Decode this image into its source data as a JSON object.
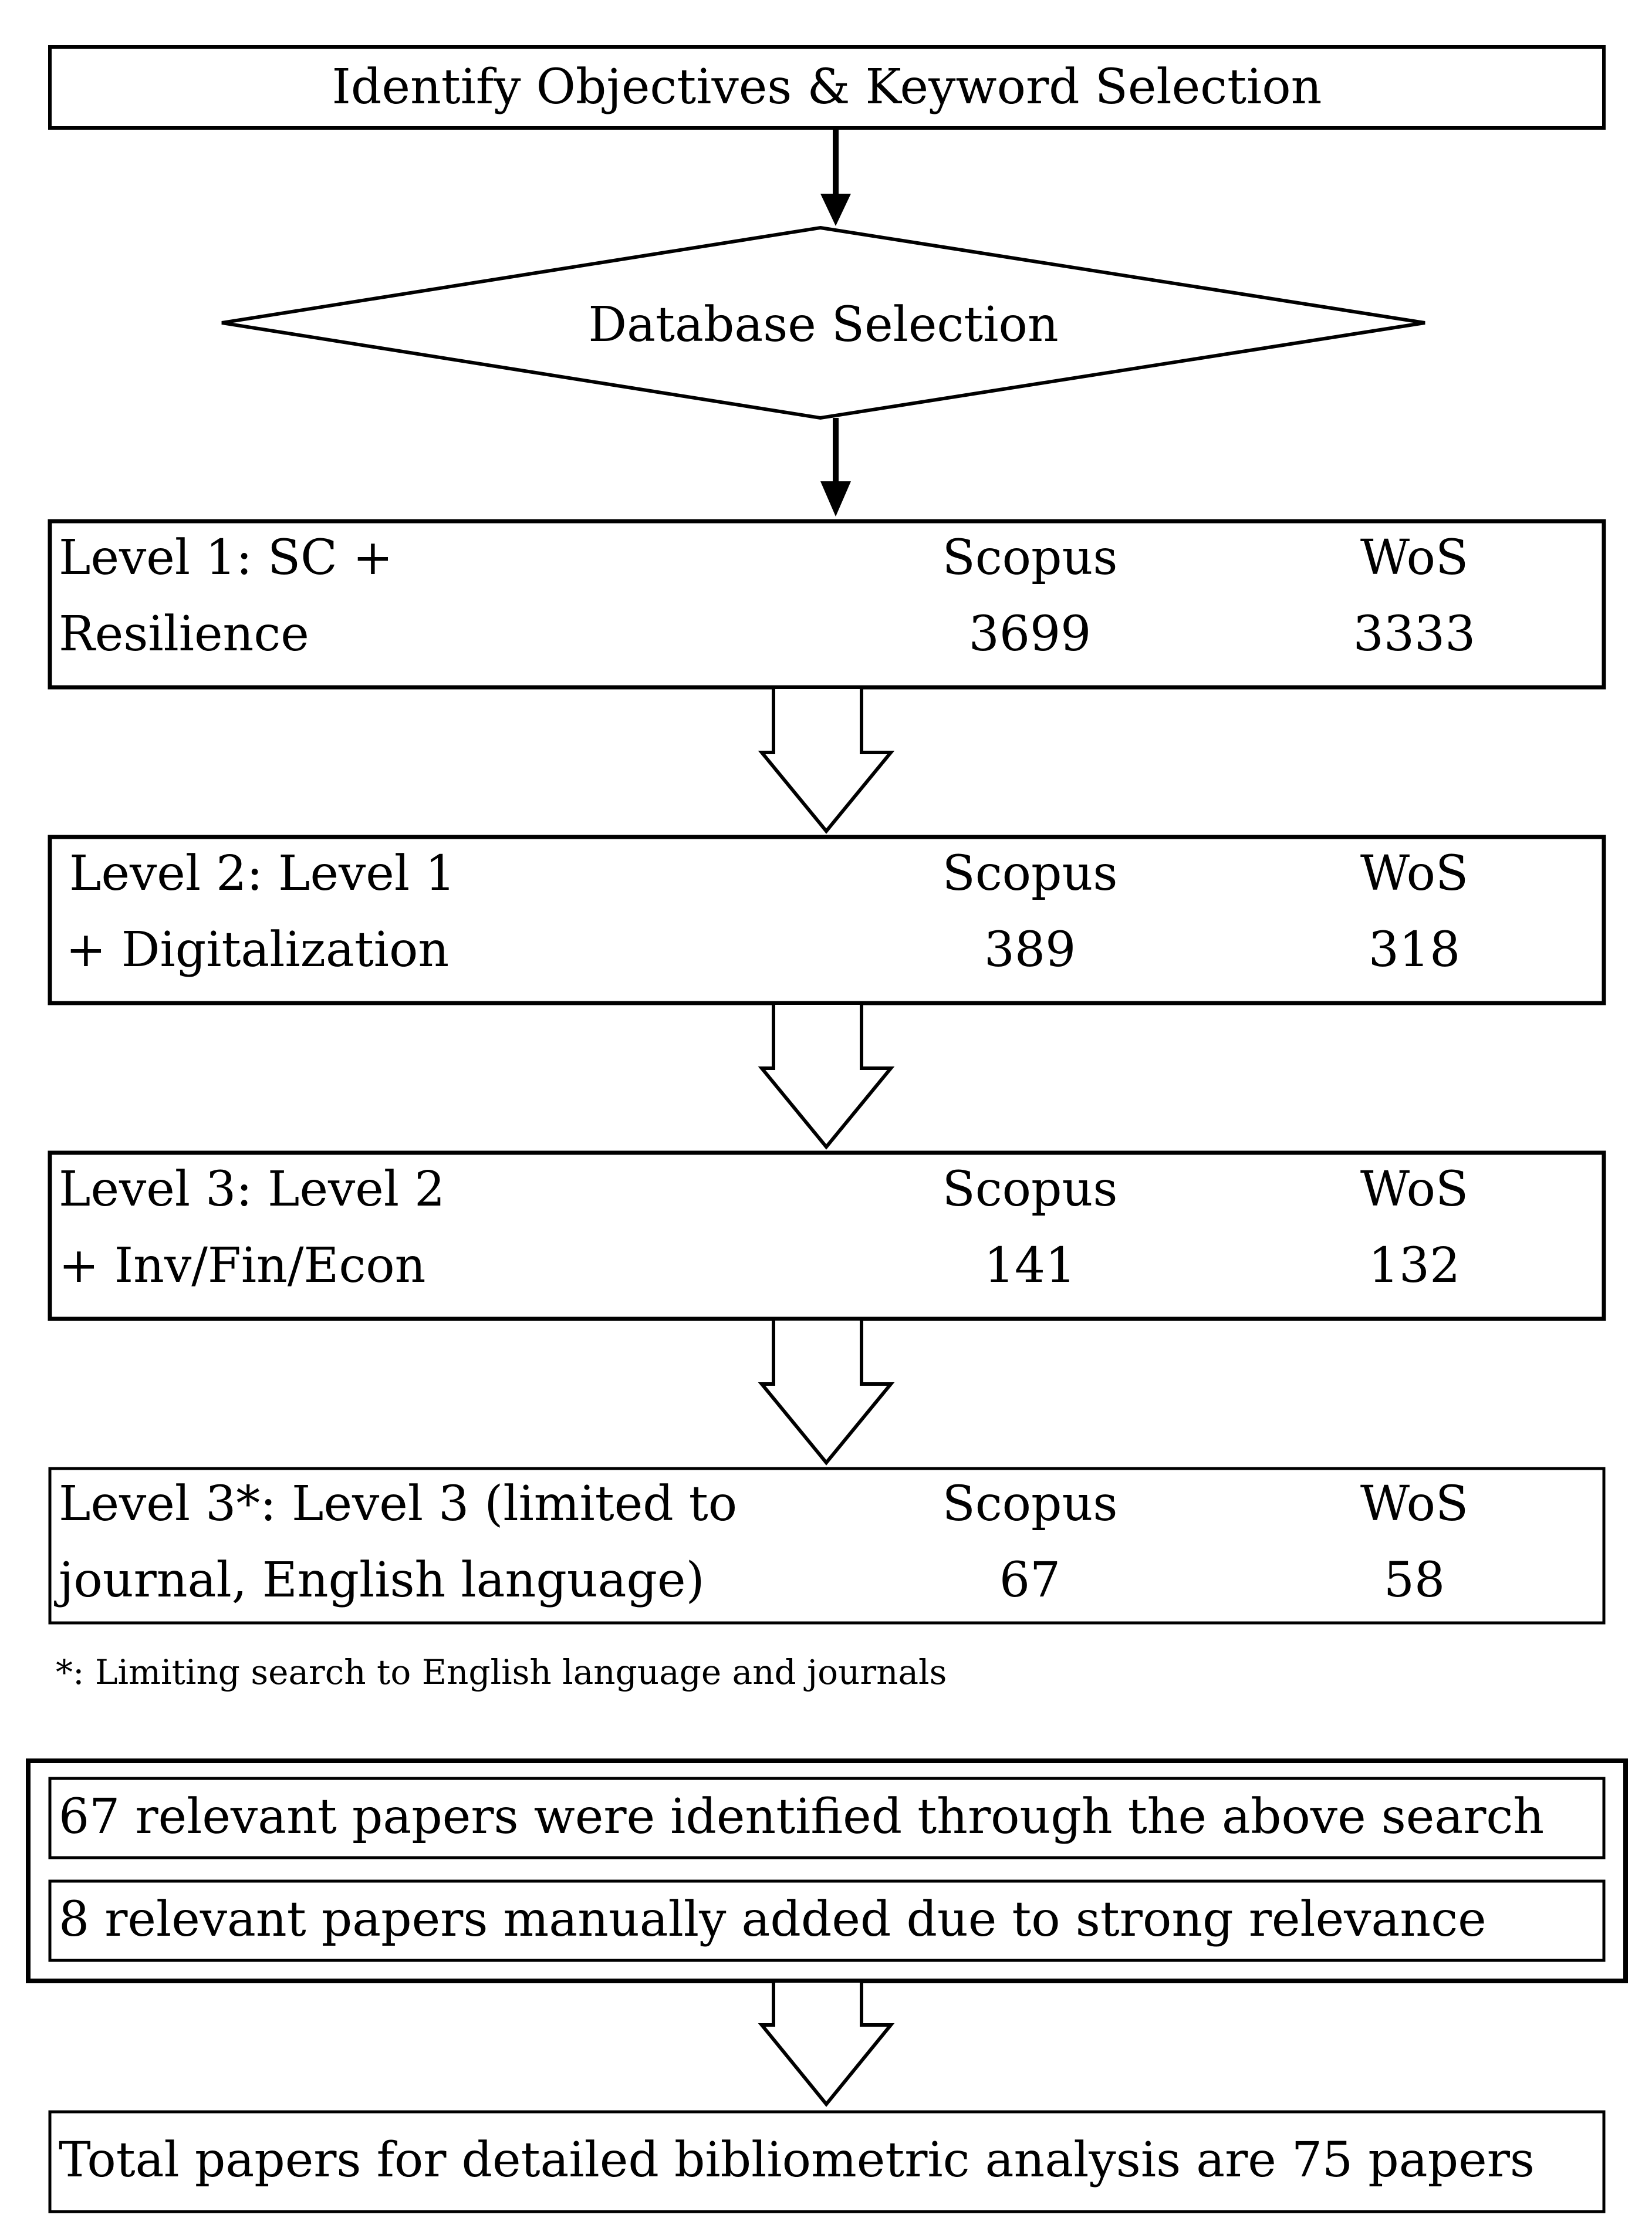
{
  "start_box": {
    "text": "Identify Objectives & Keyword Selection"
  },
  "decision": {
    "text": "Database Selection"
  },
  "columns": {
    "scopus": "Scopus",
    "wos": "WoS"
  },
  "levels": [
    {
      "line1": "Level 1: SC +",
      "line2": "Resilience",
      "scopus": "3699",
      "wos": "3333"
    },
    {
      "line1": "Level 2: Level 1",
      "line2": "+ Digitalization",
      "scopus": "389",
      "wos": "318"
    },
    {
      "line1": "Level 3: Level 2",
      "line2": "+ Inv/Fin/Econ",
      "scopus": "141",
      "wos": "132"
    },
    {
      "line1": "Level 3*: Level 3 (limited to",
      "line2": "journal, English language)",
      "scopus": "67",
      "wos": "58"
    }
  ],
  "footnote": "*: Limiting search to English language and journals",
  "relevant": {
    "identified": "67 relevant papers were identified through the above search",
    "manual": "8 relevant papers manually added due to strong relevance"
  },
  "total": "Total papers for detailed bibliometric analysis are 75 papers"
}
